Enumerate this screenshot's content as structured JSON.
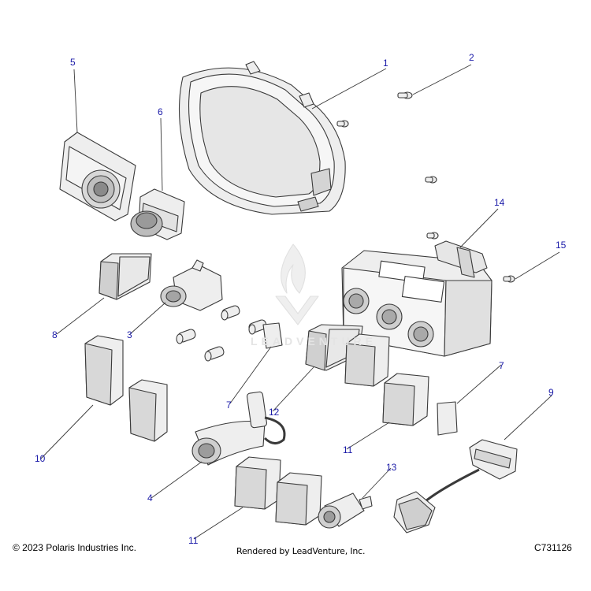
{
  "callouts": [
    "1",
    "2",
    "5",
    "6",
    "14",
    "15",
    "8",
    "3",
    "7",
    "12",
    "7",
    "9",
    "10",
    "11",
    "4",
    "11",
    "13"
  ],
  "watermark": "LEADVENTURE",
  "footer": {
    "copyright": "© 2023 Polaris Industries Inc.",
    "rendered_by": "Rendered by LeadVenture, Inc.",
    "code": "C731126"
  },
  "colors": {
    "callout": "#1a1aa8",
    "line": "#3a3a3a",
    "part_fill": "#ededed"
  }
}
